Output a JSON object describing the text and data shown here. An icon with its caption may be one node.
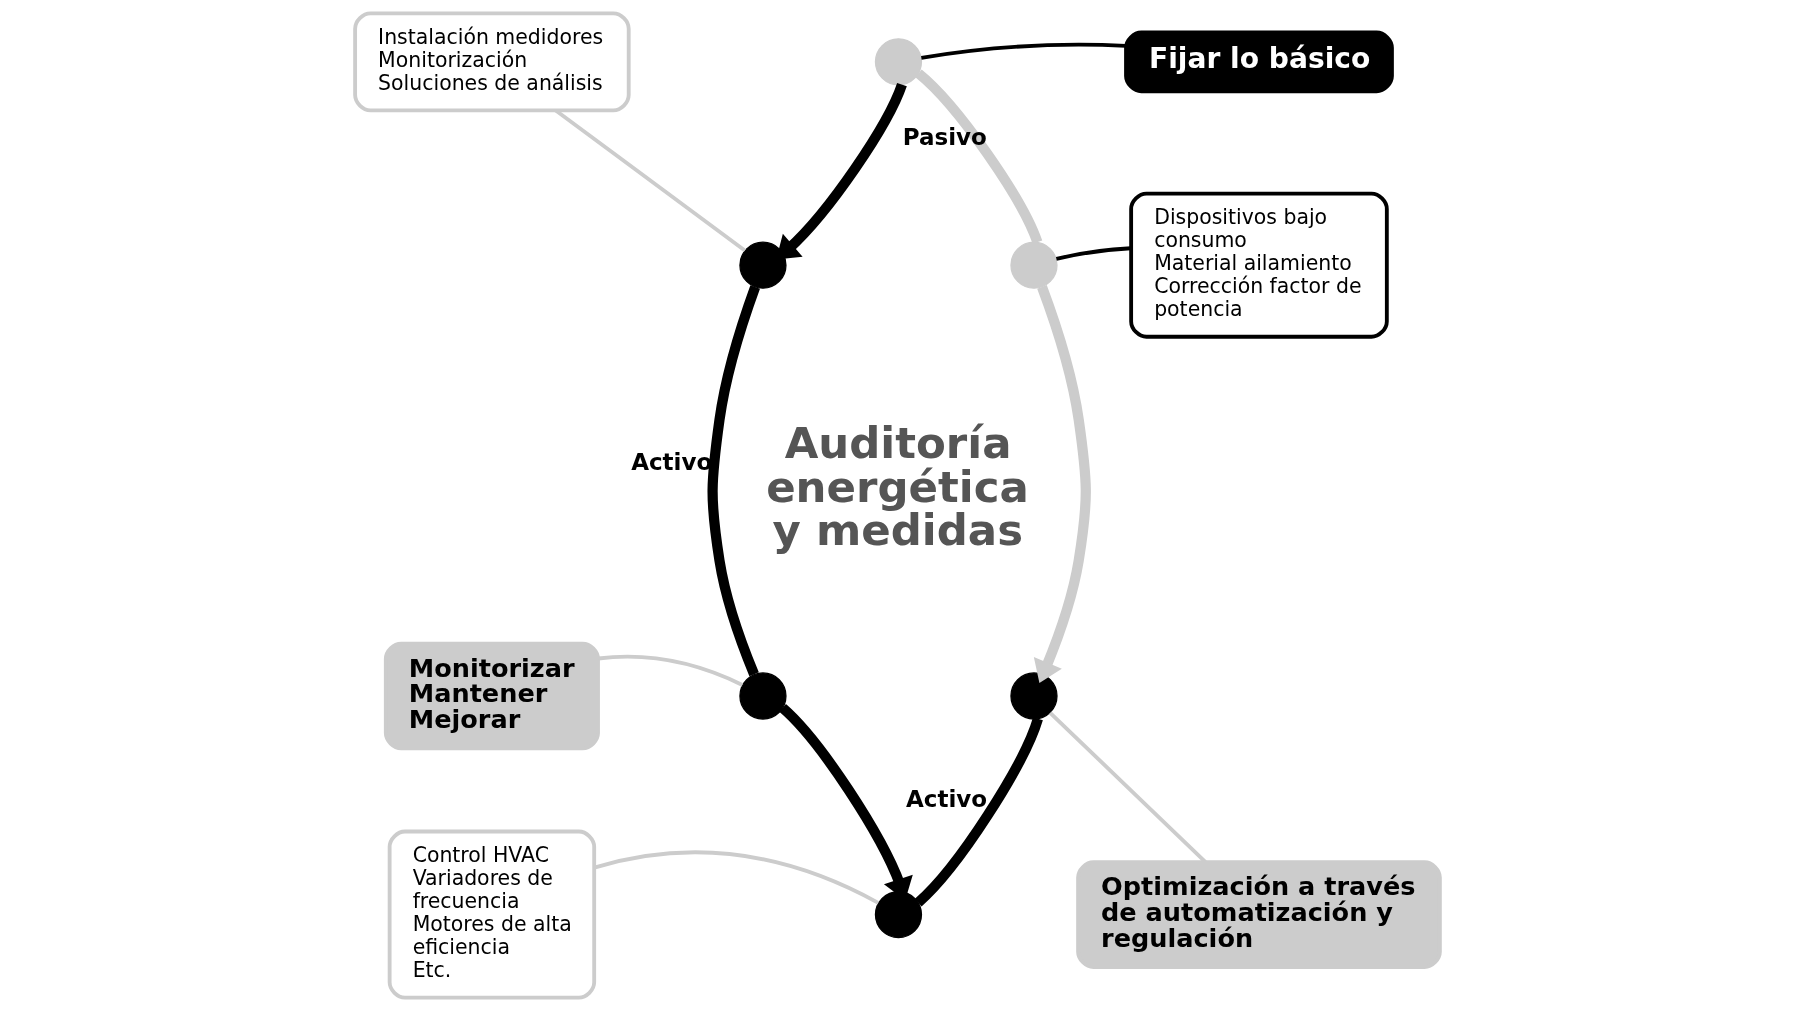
{
  "diagram": {
    "nodes": [
      {
        "text": [
          "Instalación medidores",
          "Monitorización",
          "Soluciones de análisis"
        ]
      },
      {
        "text": [],
        "shape": "circle"
      },
      {
        "text": [
          "Fijar lo básico"
        ]
      },
      {
        "text": [],
        "shape": "circle"
      },
      {
        "text": [],
        "shape": "circle"
      },
      {
        "text": [
          "Monitorizar",
          "Mantener",
          "Mejorar"
        ]
      },
      {
        "text": [
          "Dispositivos bajo consumo",
          "Material ailamiento",
          "Corrección factor de potencia"
        ]
      },
      {
        "text": [],
        "shape": "circle"
      },
      {
        "text": [],
        "shape": "circle"
      },
      {
        "text": [
          "Control HVAC",
          "Variadores de frecuencia",
          "Motores de alta eficiencia",
          "Etc."
        ]
      },
      {
        "text": [],
        "shape": "circle"
      },
      {
        "text": [
          "Optimización a través de automatización y regulación"
        ]
      }
    ],
    "edges": [
      {
        "from": 1,
        "to": 3,
        "arrow": "to",
        "style": "thick"
      },
      {
        "from": 1,
        "to": 4,
        "arrow": "none",
        "style": "thick",
        "color": "#cccccc",
        "label": "Pasivo"
      },
      {
        "from": 4,
        "to": 8,
        "arrow": "to",
        "style": "thick",
        "color": "#cccccc"
      },
      {
        "from": 10,
        "to": 8,
        "arrow": "none",
        "style": "thick",
        "label": "Activo"
      },
      {
        "from": 7,
        "to": 10,
        "arrow": "to",
        "style": "thick"
      },
      {
        "from": 7,
        "to": 3,
        "arrow": "none",
        "style": "thick",
        "label": "Activo"
      },
      {
        "from": 0,
        "to": 3,
        "arrow": "none",
        "color": "#cccccc"
      },
      {
        "from": 2,
        "to": 1,
        "arrow": "none"
      },
      {
        "from": 6,
        "to": 4,
        "arrow": "none"
      },
      {
        "from": 5,
        "to": 7,
        "arrow": "none",
        "color": "#cccccc"
      },
      {
        "from": 9,
        "to": 10,
        "arrow": "none",
        "color": "#cccccc"
      },
      {
        "from": 11,
        "to": 8,
        "arrow": "none",
        "color": "#cccccc"
      }
    ],
    "labels": [
      "Auditoría energética y medidas"
    ]
  }
}
